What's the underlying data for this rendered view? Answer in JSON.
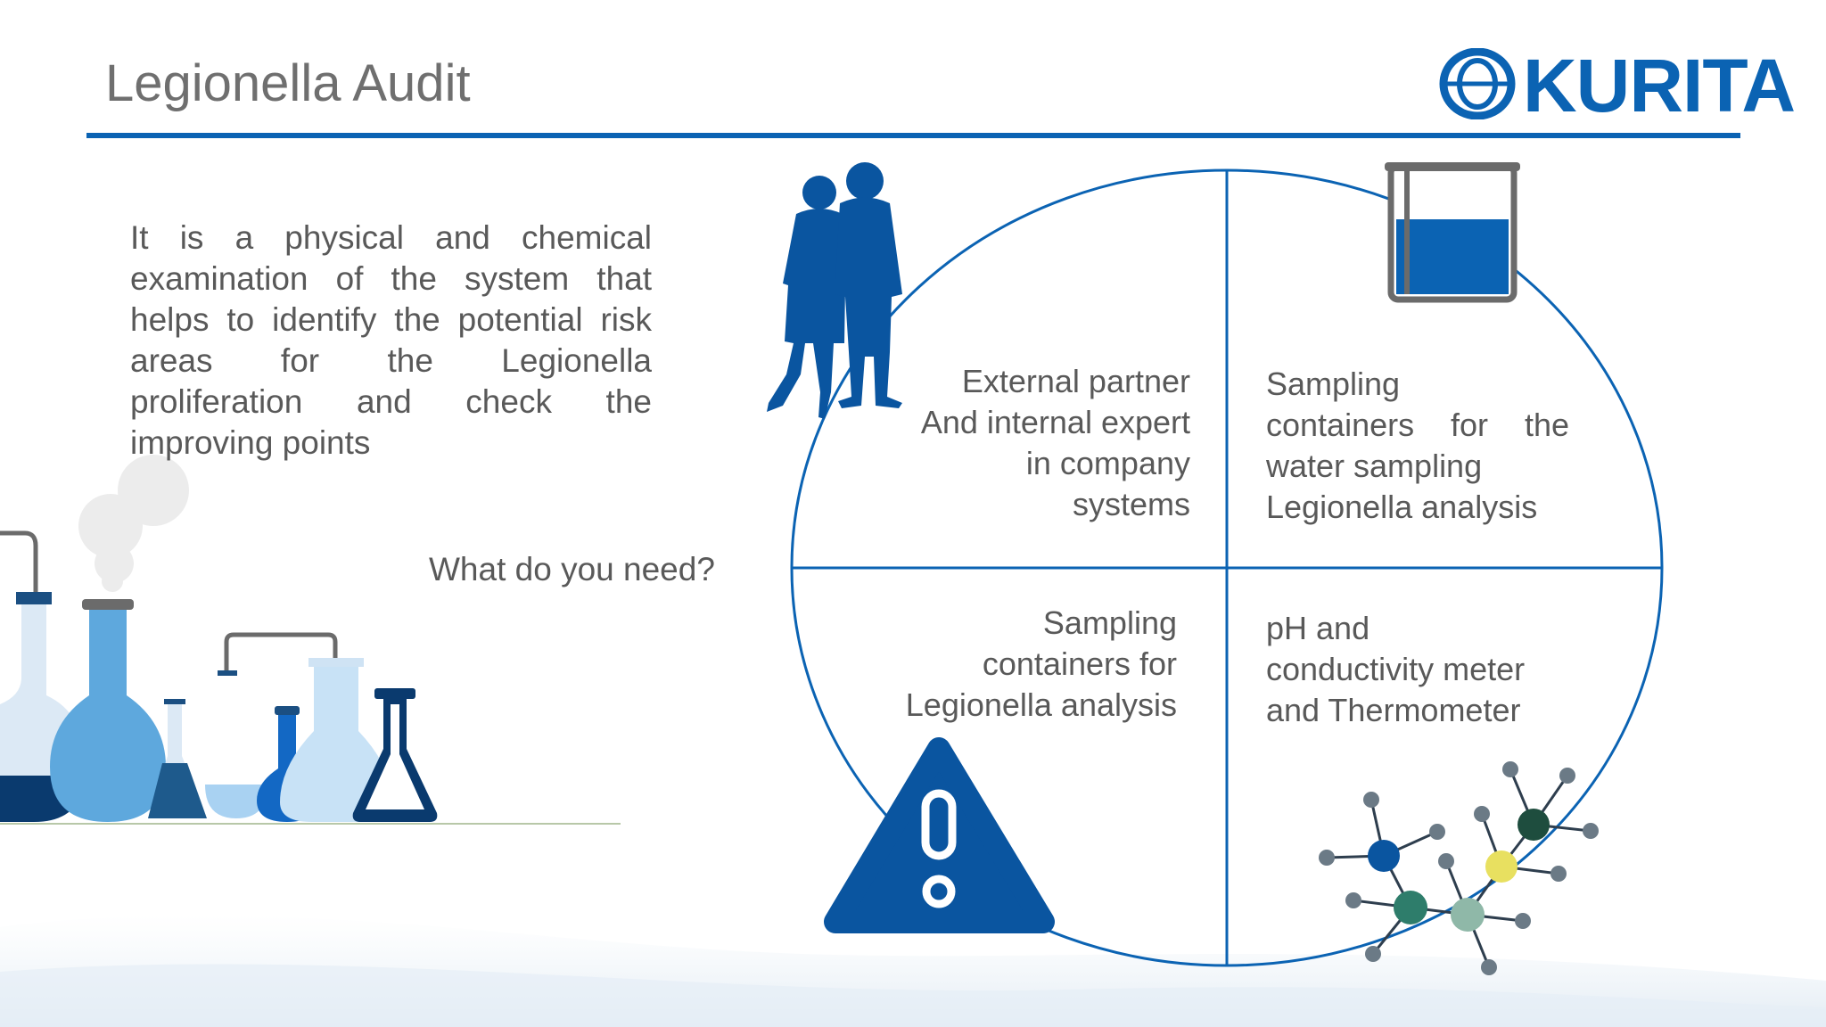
{
  "header": {
    "title": "Legionella Audit",
    "logo_text": "KURITA"
  },
  "intro": {
    "description": "It is a physical  and chemical examination of the system that helps to identify the potential risk areas for the Legionella proliferation and check the improving points",
    "question": "What do you need?"
  },
  "needs": {
    "top_left": [
      "External partner",
      "And internal expert",
      "in company",
      "systems"
    ],
    "top_right": [
      "Sampling",
      "containers for the",
      "water sampling",
      "Legionella analysis"
    ],
    "bottom_left": [
      "Sampling",
      "containers for",
      "Legionella analysis"
    ],
    "bottom_right": [
      "pH and",
      "conductivity meter",
      "and Thermometer"
    ]
  },
  "icons": {
    "people": "people-silhouette-icon",
    "beaker": "beaker-icon",
    "warning": "warning-triangle-icon",
    "molecule": "molecule-icon",
    "lab": "lab-glassware-illustration"
  },
  "colors": {
    "accent": "#0b63b3",
    "dark_blue": "#0a4a8f",
    "text": "#595959"
  }
}
